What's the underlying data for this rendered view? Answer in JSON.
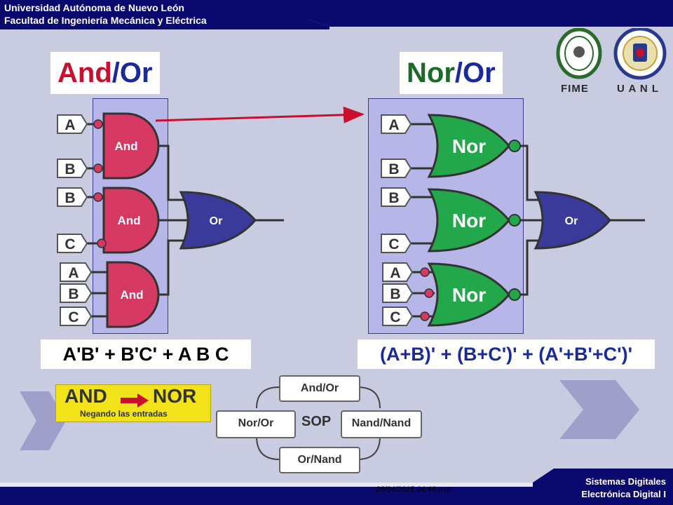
{
  "header": {
    "university": "Universidad Autónoma de Nuevo León",
    "faculty": "Facultad de Ingeniería Mecánica y Eléctrica"
  },
  "footer": {
    "date": "26/04/2015 04:46 p.m.",
    "course_line1": "Sistemas Digitales",
    "course_line2": "Electrónica Digital I"
  },
  "logos": {
    "fime": "FIME",
    "uanl": "U A N L"
  },
  "left": {
    "title_part1": "And",
    "title_sep": "/",
    "title_part2": "Or",
    "inputs": [
      "A",
      "B",
      "B",
      "C",
      "A",
      "B",
      "C"
    ],
    "gates": [
      "And",
      "And",
      "And"
    ],
    "out_gate": "Or",
    "expression": "A'B' + B'C' + A B C"
  },
  "right": {
    "title_part1": "Nor",
    "title_sep": "/",
    "title_part2": "Or",
    "inputs": [
      "A",
      "B",
      "B",
      "C",
      "A",
      "B",
      "C"
    ],
    "gates": [
      "Nor",
      "Nor",
      "Nor"
    ],
    "out_gate": "Or",
    "expression": "(A+B)' + (B+C')' + (A'+B'+C')'"
  },
  "banner": {
    "from": "AND",
    "to": "NOR",
    "subtitle": "Negando las entradas"
  },
  "sop": {
    "center": "SOP",
    "top": "And/Or",
    "left": "Nor/Or",
    "right": "Nand/Nand",
    "bottom": "Or/Nand"
  },
  "colors": {
    "header_bg": "#0a0a6e",
    "and_gate": "#d63a62",
    "nor_gate": "#22a84a",
    "or_gate": "#3a3a9a",
    "title_red": "#c8102e",
    "title_blue": "#1a2a9a",
    "title_green": "#1a6a2a"
  }
}
